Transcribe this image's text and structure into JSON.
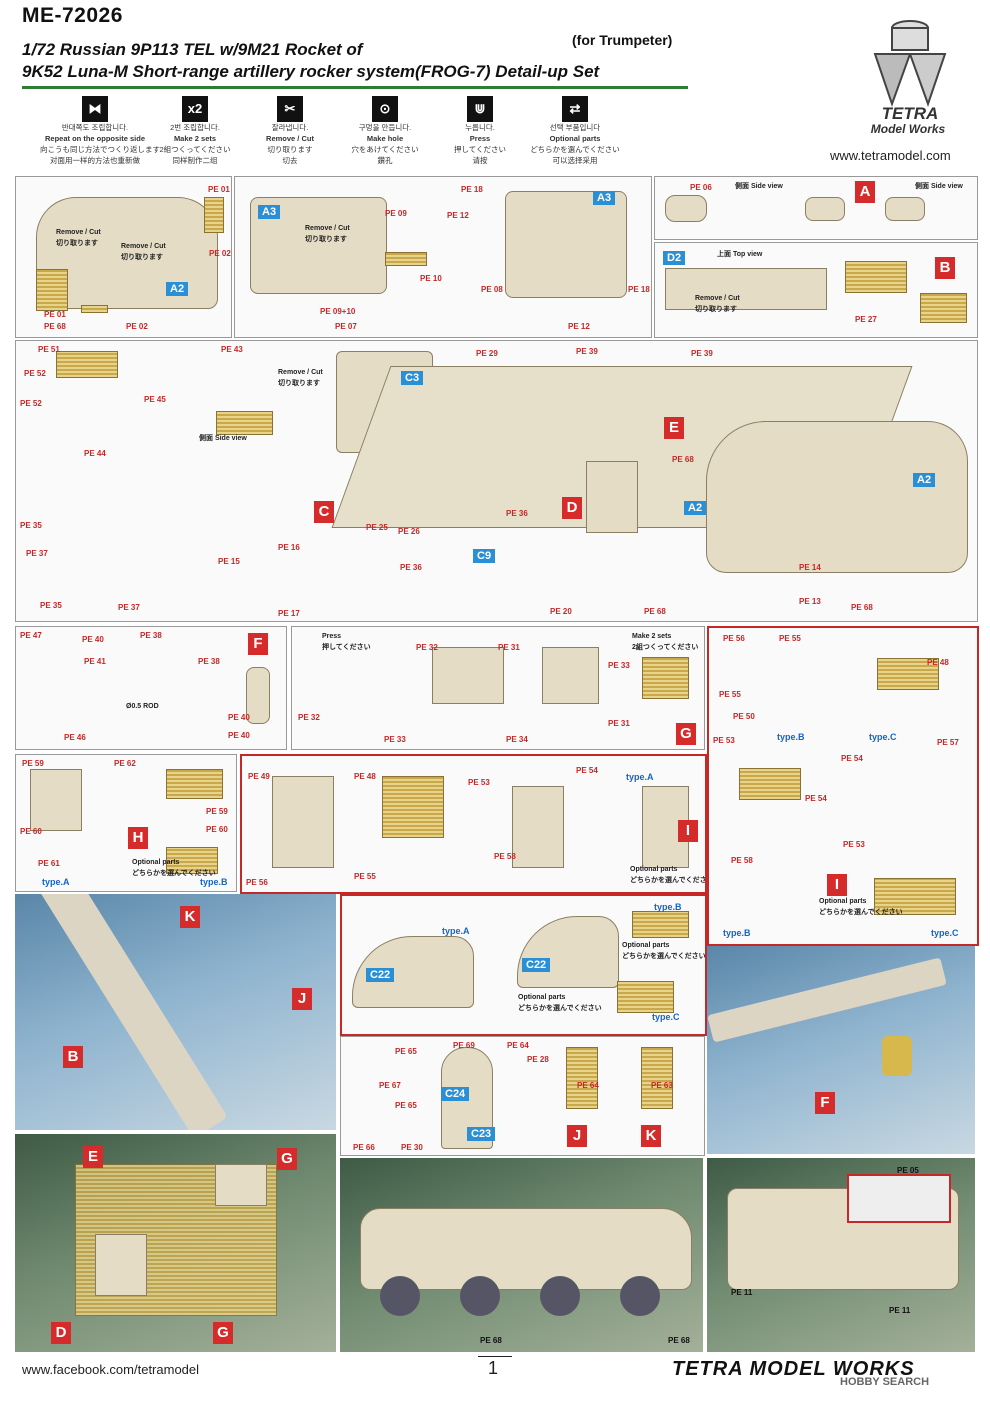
{
  "header": {
    "code": "ME-72026",
    "title_line1": "1/72 Russian 9P113 TEL w/9M21 Rocket of",
    "title_line2": "9K52 Luna-M Short-range artillery rocker system(FROG-7) Detail-up Set",
    "for": "(for  Trumpeter)"
  },
  "brand": {
    "logo_name": "TETRA",
    "logo_sub": "Model Works",
    "url": "www.tetramodel.com"
  },
  "legend": [
    {
      "icon": "⧓",
      "l1": "반대쪽도 조립합니다.",
      "l2": "Repeat on the opposite side",
      "l3": "向こうも同じ方法でつくり返します",
      "l4": "对面用一样的方法也重新做"
    },
    {
      "icon": "x2",
      "l1": "2번 조립합니다.",
      "l2": "Make 2 sets",
      "l3": "2組つくってください",
      "l4": "同样制作二组"
    },
    {
      "icon": "✂",
      "l1": "잘라냅니다.",
      "l2": "Remove / Cut",
      "l3": "切り取ります",
      "l4": "切去"
    },
    {
      "icon": "⊙",
      "l1": "구멍을 만듭니다.",
      "l2": "Make hole",
      "l3": "穴をあけてください",
      "l4": "鑽孔"
    },
    {
      "icon": "⋓",
      "l1": "누릅니다.",
      "l2": "Press",
      "l3": "押してください",
      "l4": "请按"
    },
    {
      "icon": "⇄",
      "l1": "선택 부품입니다",
      "l2": "Optional parts",
      "l3": "どちらかを選んでください",
      "l4": "可以选择采用"
    }
  ],
  "panel1": {
    "labels": [
      "PE 01",
      "PE 02",
      "PE 01",
      "PE 68",
      "PE 02"
    ],
    "kit": "A2",
    "remove1": "Remove / Cut",
    "remove1_jp": "切り取ります",
    "remove2": "Remove / Cut",
    "remove2_jp": "切り取ります"
  },
  "panel2": {
    "labels": [
      "PE 09",
      "PE 10",
      "PE 09+10",
      "PE 07",
      "PE 18",
      "PE 12",
      "PE 08",
      "PE 12",
      "PE 18"
    ],
    "kits": [
      "A3",
      "A3"
    ],
    "remove": "Remove / Cut",
    "remove_jp": "切り取ります"
  },
  "panel3": {
    "labels": [
      "PE 06"
    ],
    "side": "側面  Side view",
    "side2": "側面  Side view",
    "groups": [
      "A"
    ]
  },
  "panel4": {
    "labels": [
      "PE 27"
    ],
    "kit": "D2",
    "top": "上面  Top view",
    "remove": "Remove / Cut",
    "remove_jp": "切り取ります",
    "groups": [
      "B"
    ]
  },
  "panel5": {
    "labels": [
      "PE 51",
      "PE 52",
      "PE 52",
      "PE 44",
      "PE 45",
      "PE 43",
      "PE 35",
      "PE 37",
      "PE 35",
      "PE 37",
      "PE 29",
      "PE 39",
      "PE 39",
      "PE 68",
      "PE 15",
      "PE 16",
      "PE 17",
      "PE 25",
      "PE 26",
      "PE 36",
      "PE 36",
      "PE 20",
      "PE 68",
      "PE 14",
      "PE 13",
      "PE 68"
    ],
    "kits": [
      "C3",
      "A2",
      "A2",
      "C9"
    ],
    "groups": [
      "C",
      "D",
      "E"
    ],
    "side": "側面  Side view",
    "remove": "Remove / Cut",
    "remove_jp": "切り取ります"
  },
  "panel6": {
    "labels": [
      "PE 47",
      "PE 40",
      "PE 38",
      "PE 41",
      "PE 38",
      "PE 46",
      "PE 40",
      "PE 40"
    ],
    "rod": "Ø0.5 ROD",
    "groups": [
      "F"
    ]
  },
  "panel7": {
    "labels": [
      "PE 32",
      "PE 31",
      "PE 33",
      "PE 32",
      "PE 33",
      "PE 34",
      "PE 31"
    ],
    "press": "Press",
    "press_jp": "押してください",
    "x2": "Make 2 sets",
    "x2_jp": "2組つくってください",
    "groups": [
      "G"
    ]
  },
  "panel8": {
    "labels": [
      "PE 56",
      "PE 55",
      "PE 48",
      "PE 55",
      "PE 50",
      "PE 53",
      "PE 54",
      "PE 57",
      "PE 54",
      "PE 58",
      "PE 53"
    ],
    "types": [
      "type.B",
      "type.C",
      "type.B",
      "type.C"
    ],
    "groups": [
      "I"
    ],
    "optional": "Optional parts",
    "optional_jp": "どちらかを選んでください"
  },
  "panel9": {
    "labels": [
      "PE 59",
      "PE 62",
      "PE 59",
      "PE 60",
      "PE 60",
      "PE 61"
    ],
    "types": [
      "type.A",
      "type.B"
    ],
    "groups": [
      "H"
    ],
    "optional": "Optional parts",
    "optional_jp": "どちらかを選んでください"
  },
  "panel10": {
    "labels": [
      "PE 49",
      "PE 48",
      "PE 53",
      "PE 54",
      "PE 58",
      "PE 56",
      "PE 55"
    ],
    "types": [
      "type.A"
    ],
    "groups": [
      "I"
    ],
    "optional": "Optional parts",
    "optional_jp": "どちらかを選んでください"
  },
  "panel11": {
    "types": [
      "type.A",
      "type.B",
      "type.C"
    ],
    "kits": [
      "C22",
      "C22"
    ],
    "optional": "Optional parts",
    "optional_jp": "どちらかを選んでください"
  },
  "panel12": {
    "labels": [
      "PE 65",
      "PE 67",
      "PE 65",
      "PE 66",
      "PE 30",
      "PE 69",
      "PE 64",
      "PE 28",
      "PE 64",
      "PE 63"
    ],
    "kits": [
      "C24",
      "C23"
    ],
    "groups": [
      "J",
      "K"
    ]
  },
  "photo_tl": {
    "groups": [
      "K",
      "J",
      "B"
    ]
  },
  "photo_tr": {
    "groups": [
      "F"
    ]
  },
  "photo_bl": {
    "groups": [
      "E",
      "G",
      "D",
      "G"
    ]
  },
  "photo_bc": {
    "labels": [
      "PE 68",
      "PE 68"
    ]
  },
  "photo_br": {
    "labels": [
      "PE 05",
      "PE 11",
      "PE 11"
    ]
  },
  "footer": {
    "facebook": "www.facebook.com/tetramodel",
    "page": "1",
    "brand": "TETRA MODEL WORKS",
    "watermark": "HOBBY SEARCH"
  },
  "colors": {
    "accent_green": "#2e7d32",
    "group_red": "#d52b2b",
    "kit_blue": "#2a8fd4"
  }
}
